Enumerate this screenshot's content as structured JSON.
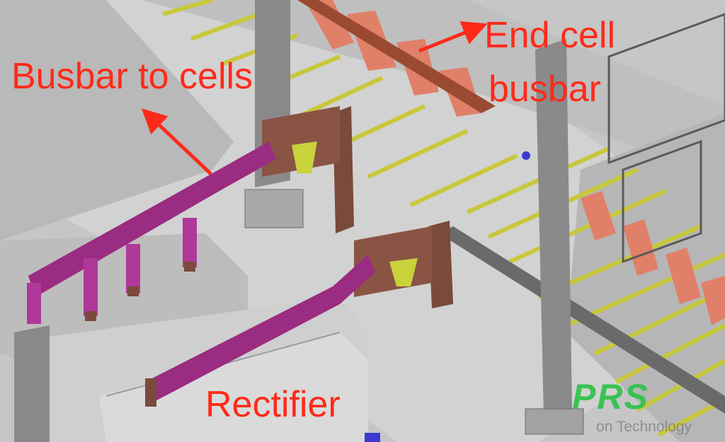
{
  "labels": {
    "busbar_to_cells": "Busbar to cells",
    "end_cell_line1": "End cell",
    "end_cell_line2": "busbar",
    "rectifier": "Rectifier"
  },
  "logo": {
    "text": "PRS",
    "watermark": "on Technology"
  },
  "colors": {
    "annotation_red": "#ff2a1a",
    "logo_green": "#2fc24a",
    "floor_grey": "#c9c9c9",
    "busbar_magenta": "#9a2c82",
    "busbar_copper": "#7a4a3a",
    "rung_yellow": "#c8c83a",
    "salmon_web": "#e08068",
    "steel_column": "#8a8a8a"
  }
}
